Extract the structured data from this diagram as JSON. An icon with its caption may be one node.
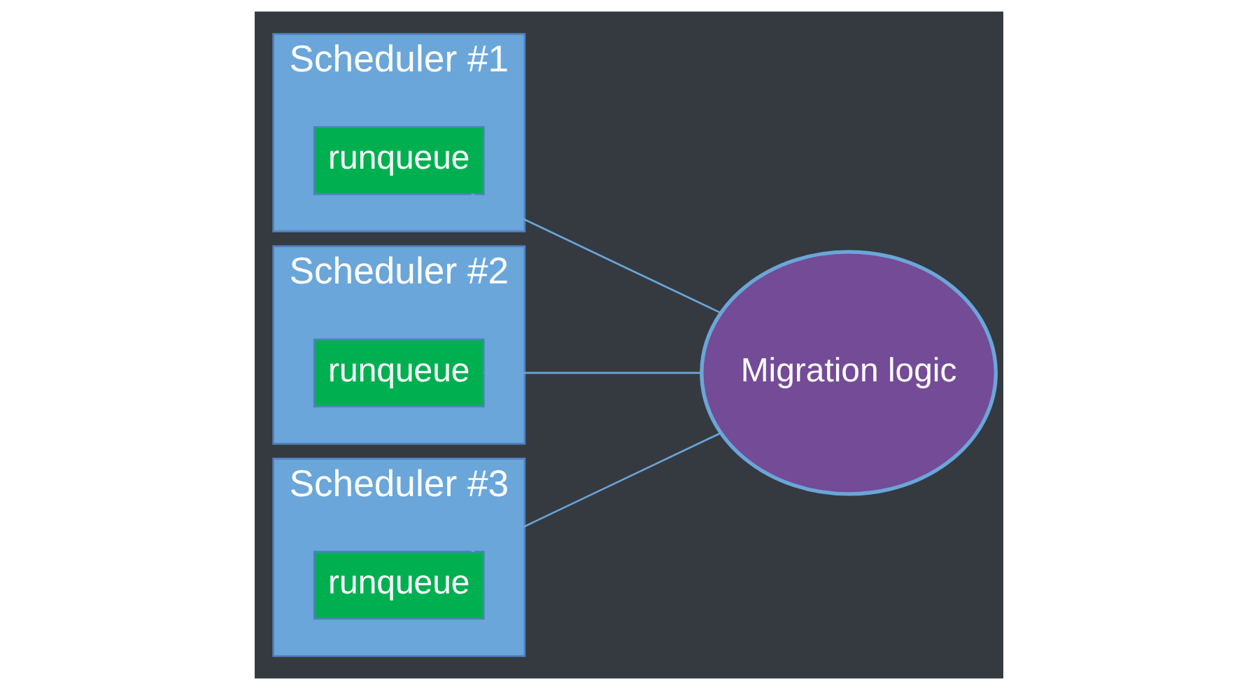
{
  "diagram": {
    "nodes": [
      {
        "text": [
          "Scheduler #1"
        ]
      },
      {
        "text": [
          "runqueue"
        ],
        "in": 0
      },
      {
        "text": [
          "Scheduler #2"
        ]
      },
      {
        "text": [
          "runqueue"
        ],
        "in": 2
      },
      {
        "text": [
          "Scheduler #3"
        ]
      },
      {
        "text": [
          "runqueue"
        ],
        "in": 4
      },
      {
        "text": [
          "Migration logic"
        ]
      }
    ],
    "edges": [
      {
        "from": 1,
        "to": 6,
        "arrow": "none"
      },
      {
        "from": 3,
        "to": 6,
        "arrow": "none"
      },
      {
        "from": 5,
        "to": 6,
        "arrow": "none"
      }
    ]
  }
}
